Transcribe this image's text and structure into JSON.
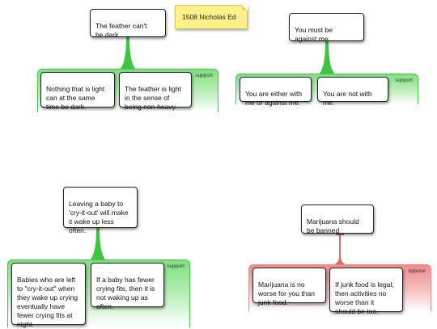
{
  "sticky_note": {
    "label": "1508 Nicholas Ed"
  },
  "maps": [
    {
      "claim": "The feather can't\nbe dark.",
      "relation": "support",
      "premises": [
        "Nothing that is light\ncan at the same\ntime be dark.",
        "The feather is light\nin the sense of\nbeing non-heavy."
      ]
    },
    {
      "claim": "You must be\nagainst me.",
      "relation": "support",
      "premises": [
        "You are either with\nme or against me.",
        "You are not with\nme."
      ]
    },
    {
      "claim": "Leaving a baby to\n'cry-it-out' will make\nit wake up less\noften.",
      "relation": "support",
      "premises": [
        "Babies who are left\nto \"cry-it-out\" when\nthey wake up crying\neventually have\nfewer crying fits at\nnight.",
        "If a baby has fewer\ncrying fits, then it is\nnot waking up as\noften."
      ]
    },
    {
      "claim": "Marijuana should\nbe banned",
      "relation": "oppose",
      "premises": [
        "Marijuana is no\nworse for you than\njunk food.",
        "If junk food is legal,\nthen activities no\nworse than it\nshould be too."
      ]
    }
  ],
  "colors": {
    "support_connector": "#3fc43f",
    "oppose_connector": "#e06a6a",
    "support_group": "#7fe07f",
    "oppose_group": "#f08a8a",
    "sticky": "#fdf08a"
  }
}
